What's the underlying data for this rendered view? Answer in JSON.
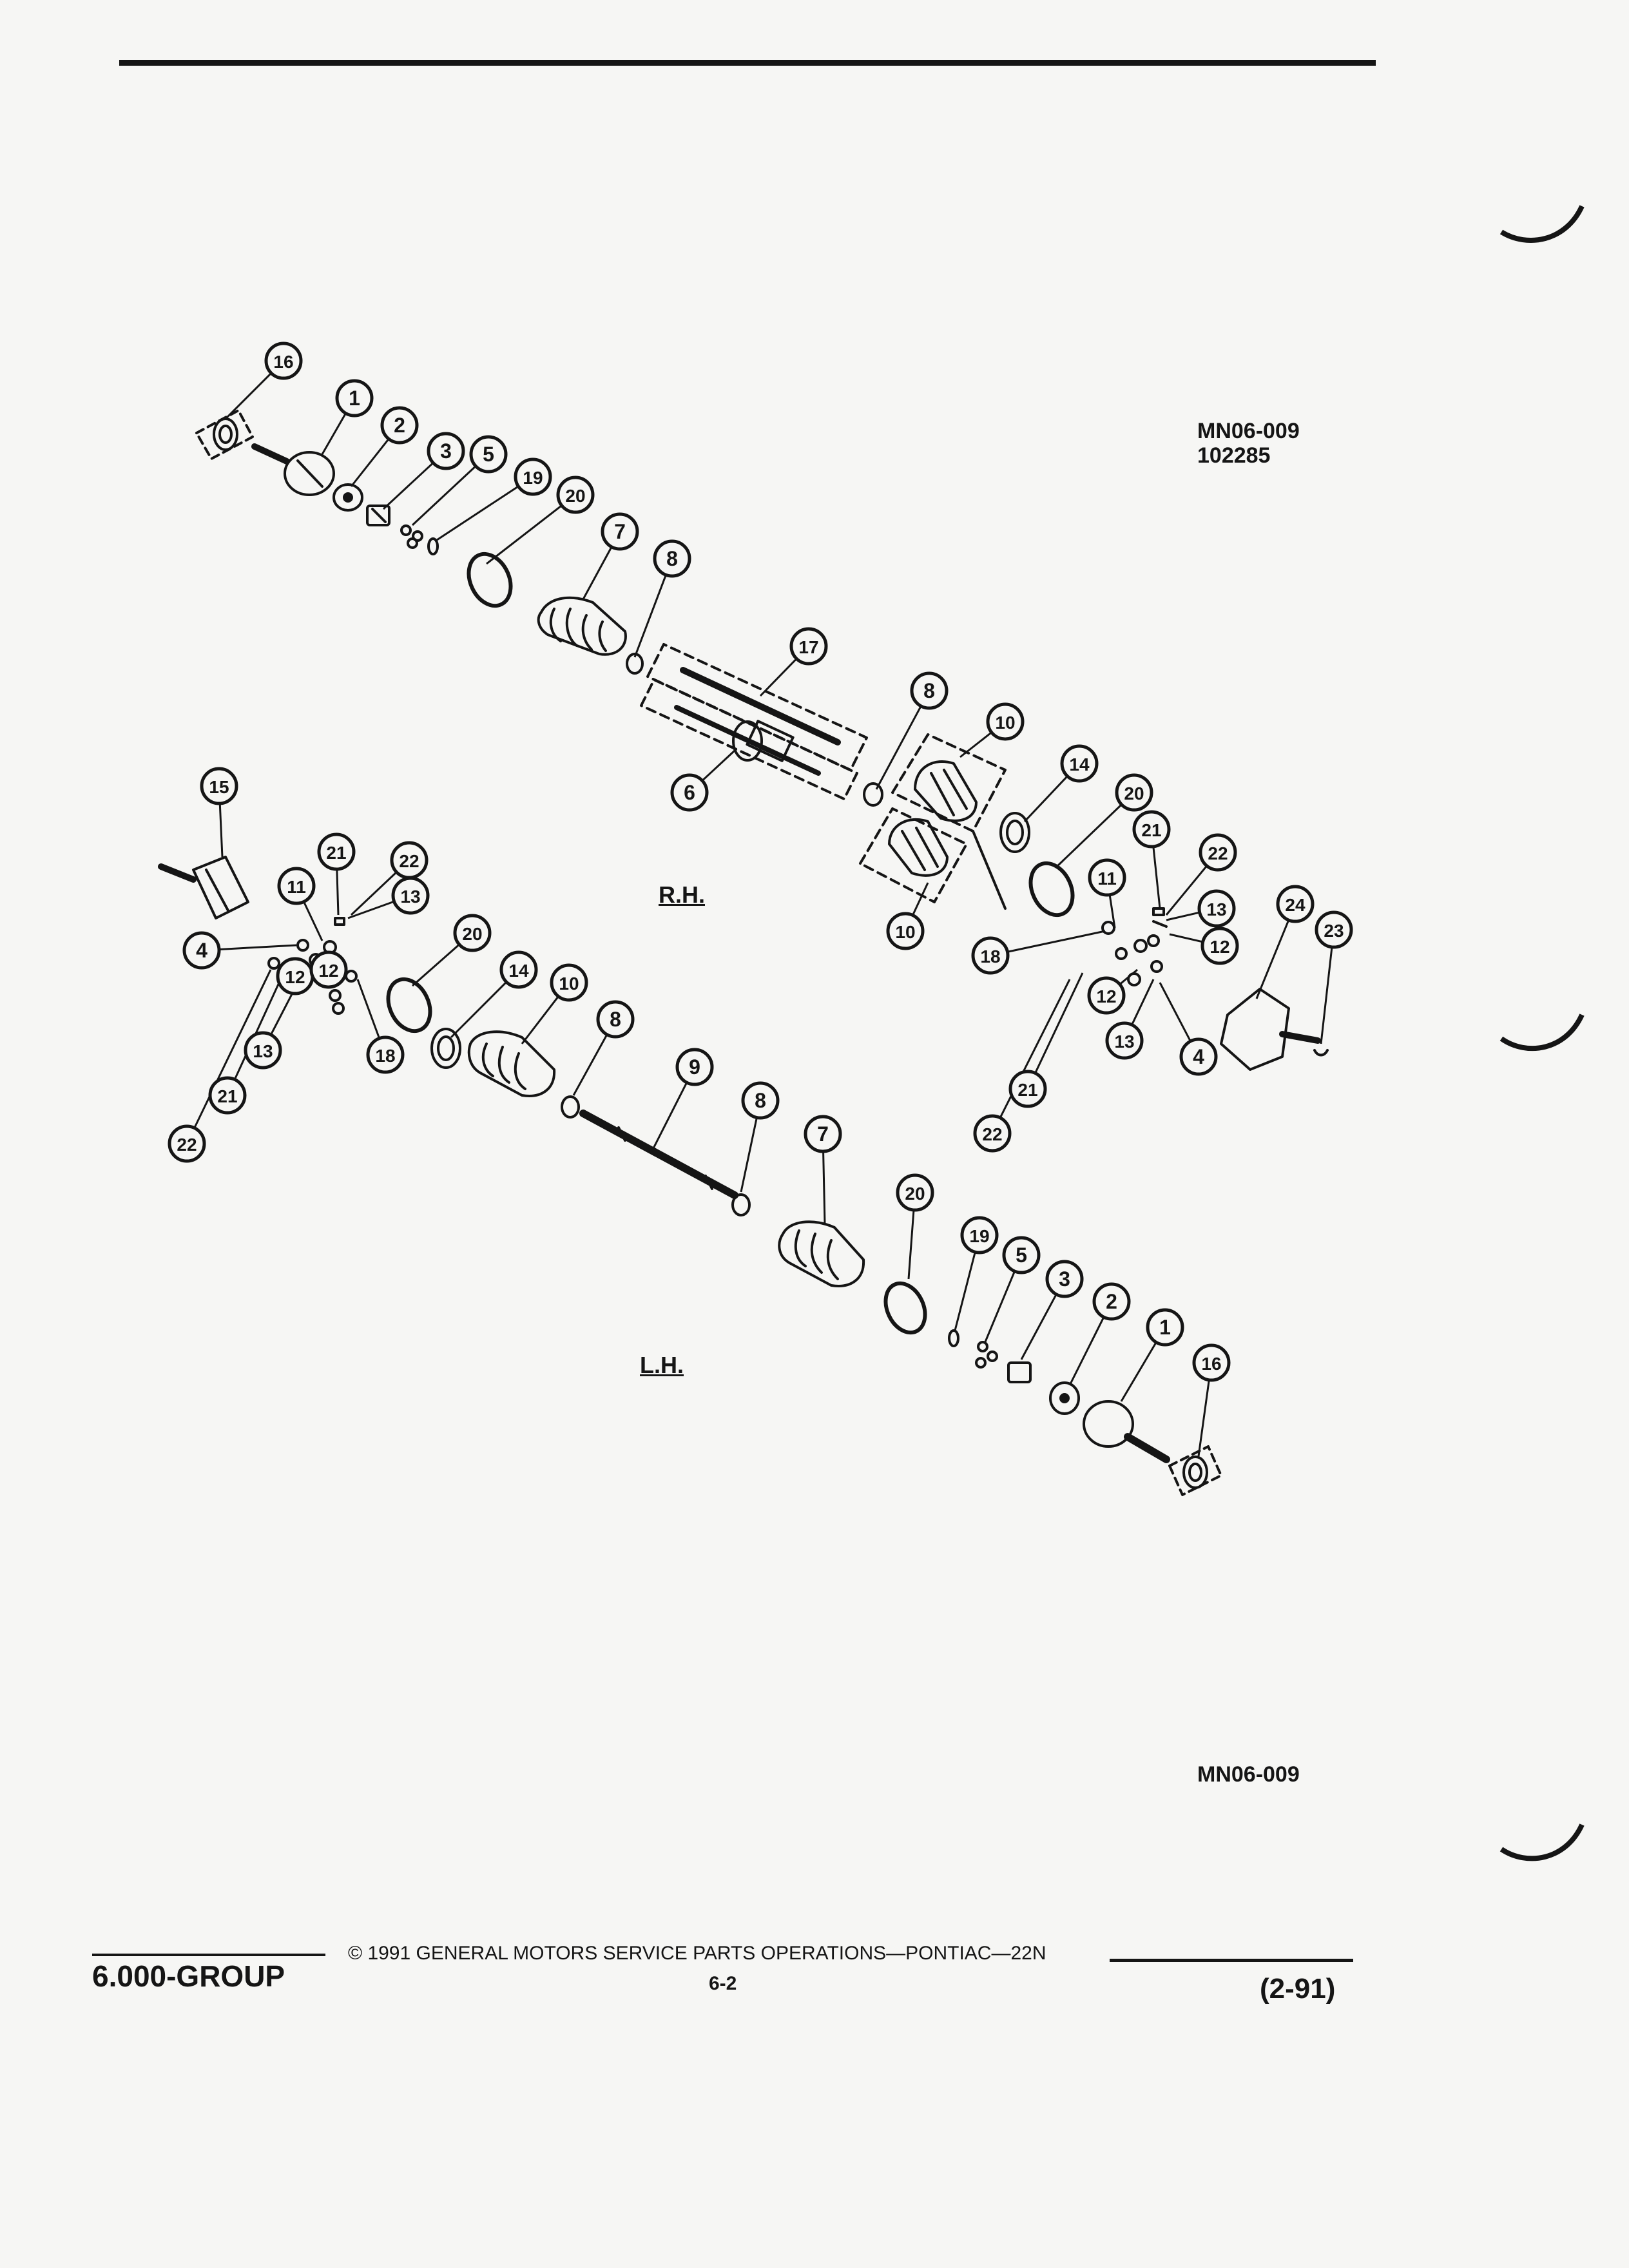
{
  "diagram_code_top": "MN06-009",
  "diagram_number": "102285",
  "diagram_code_bottom": "MN06-009",
  "views": {
    "rh": "R.H.",
    "lh": "L.H."
  },
  "footer": {
    "group": "6.000-GROUP",
    "copyright": "© 1991 GENERAL MOTORS SERVICE PARTS OPERATIONS—PONTIAC—22N",
    "page": "6-2",
    "date": "(2-91)"
  },
  "callouts": {
    "rh": [
      "16",
      "1",
      "2",
      "3",
      "5",
      "19",
      "20",
      "7",
      "8",
      "17",
      "6",
      "8",
      "10",
      "14",
      "20",
      "10",
      "21",
      "22",
      "11",
      "13",
      "18",
      "12",
      "12",
      "13",
      "4",
      "21",
      "22",
      "24",
      "23"
    ],
    "lh": [
      "15",
      "21",
      "22",
      "11",
      "13",
      "4",
      "12",
      "12",
      "13",
      "21",
      "22",
      "18",
      "20",
      "14",
      "10",
      "8",
      "9",
      "8",
      "7",
      "20",
      "19",
      "5",
      "3",
      "2",
      "1",
      "16"
    ]
  },
  "colors": {
    "ink": "#151515",
    "paper": "#f6f6f4"
  }
}
